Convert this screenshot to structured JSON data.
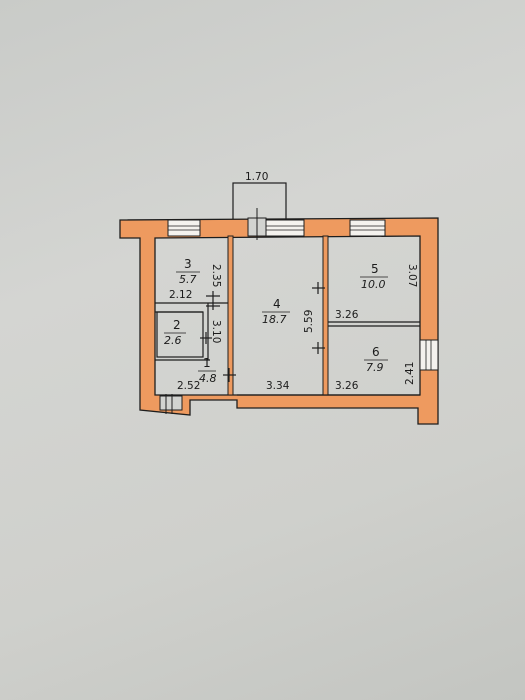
{
  "plan": {
    "balcony_width": "1.70",
    "rooms": [
      {
        "number": "3",
        "area": "5.7"
      },
      {
        "number": "2",
        "area": "2.6"
      },
      {
        "number": "1",
        "area": "4.8"
      },
      {
        "number": "4",
        "area": "18.7"
      },
      {
        "number": "5",
        "area": "10.0"
      },
      {
        "number": "6",
        "area": "7.9"
      }
    ],
    "dimensions": {
      "room3_width": "2.12",
      "room3_height": "2.35",
      "hall_height": "3.10",
      "hall_width": "2.52",
      "room4_height": "5.59",
      "room4_width": "3.34",
      "room5_width": "3.26",
      "room5_height": "3.07",
      "room6_width": "3.26",
      "room6_height": "2.41"
    },
    "colors": {
      "wall_fill": "#ee9a5f",
      "line": "#1e1e1e",
      "paper": "#d2d3d0"
    }
  }
}
